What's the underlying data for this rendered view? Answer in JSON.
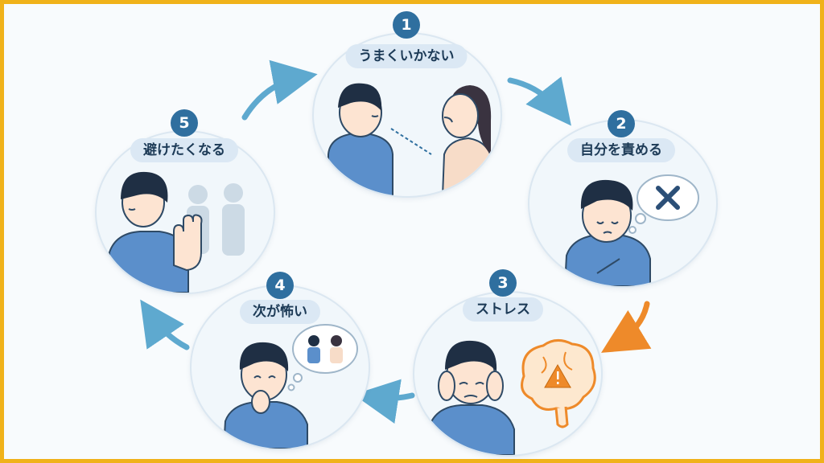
{
  "steps": [
    {
      "number": "1",
      "label": "うまくいかない"
    },
    {
      "number": "2",
      "label": "自分を責める"
    },
    {
      "number": "3",
      "label": "ストレス"
    },
    {
      "number": "4",
      "label": "次が怖い"
    },
    {
      "number": "5",
      "label": "避けたくなる"
    }
  ],
  "colors": {
    "frame": "#f0b21a",
    "badge": "#2f6f9f",
    "label_bg": "#dbe8f4",
    "arrow_blue": "#5ea9cf",
    "arrow_orange": "#ee8a2a",
    "shirt": "#5b8fcb",
    "brain": "#f3a54a"
  },
  "icons": [
    "x-mark-icon",
    "warning-icon",
    "brain-icon",
    "thought-bubble-icon"
  ]
}
